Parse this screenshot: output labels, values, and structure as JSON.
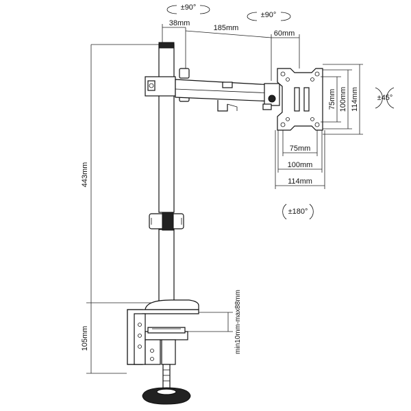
{
  "dimensions": {
    "pole_offset": "38mm",
    "arm_length": "185mm",
    "head_offset": "60mm",
    "total_height": "443mm",
    "clamp_height": "105mm",
    "clamp_range": "min10mm-max88mm",
    "vesa_v75": "75mm",
    "vesa_v100": "100mm",
    "vesa_v114": "114mm",
    "vesa_h75": "75mm",
    "vesa_h100": "100mm",
    "vesa_h114": "114mm"
  },
  "rotations": {
    "arm_swivel": "±90°",
    "head_swivel": "±90°",
    "tilt": "±45°",
    "rotate": "±180°"
  },
  "colors": {
    "line": "#111111",
    "fill_dark": "#222222",
    "background": "#ffffff"
  }
}
